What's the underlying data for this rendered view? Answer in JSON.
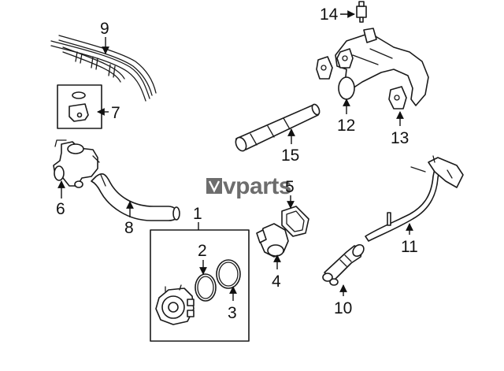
{
  "watermark": {
    "text": "vparts"
  },
  "callouts": {
    "c1": "1",
    "c2": "2",
    "c3": "3",
    "c4": "4",
    "c5": "5",
    "c6": "6",
    "c7": "7",
    "c8": "8",
    "c9": "9",
    "c10": "10",
    "c11": "11",
    "c12": "12",
    "c13": "13",
    "c14": "14",
    "c15": "15"
  }
}
